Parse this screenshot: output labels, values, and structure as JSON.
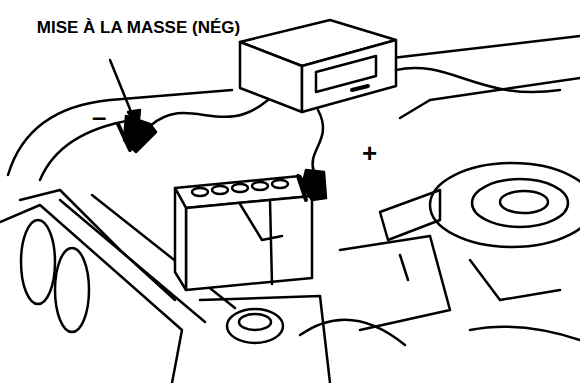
{
  "diagram": {
    "labels": [
      "MISE À LA MASSE (NÉG)",
      "–",
      "+"
    ]
  }
}
